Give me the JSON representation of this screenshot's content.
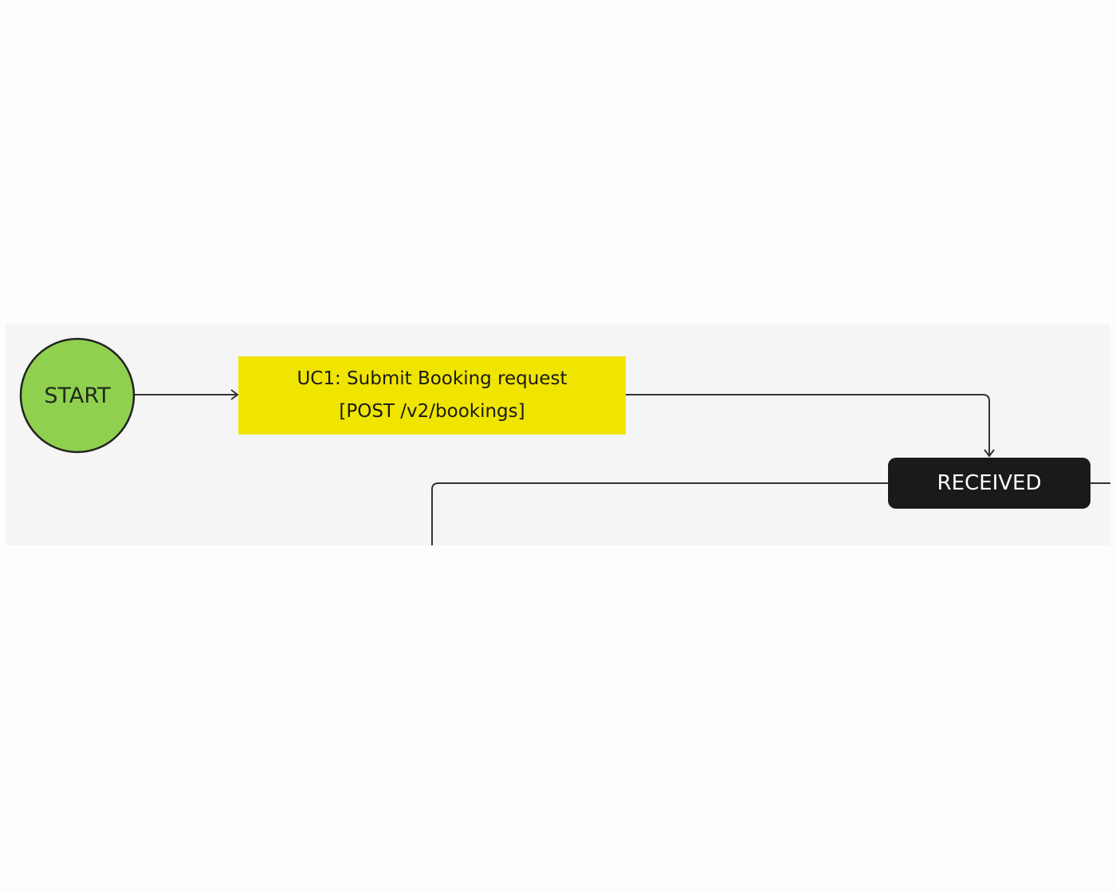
{
  "nodes": {
    "start": {
      "label": "START",
      "color": "#8fd14f"
    },
    "uc1": {
      "line1": "UC1: Submit Booking request",
      "line2": "[POST /v2/bookings]",
      "color": "#f0e500"
    },
    "received": {
      "label": "RECEIVED",
      "color": "#1a1a1a"
    }
  }
}
